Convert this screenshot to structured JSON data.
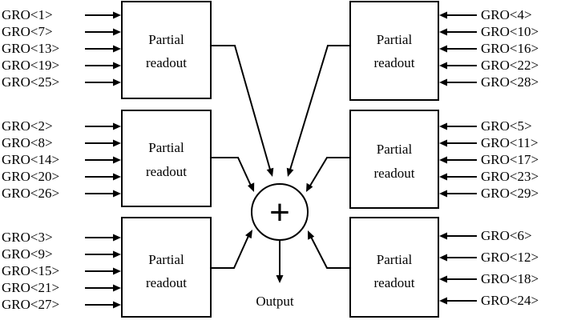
{
  "blocks": [
    {
      "label": [
        "Partial",
        "readout"
      ],
      "inputs": [
        "GRO<1>",
        "GRO<7>",
        "GRO<13>",
        "GRO<19>",
        "GRO<25>"
      ]
    },
    {
      "label": [
        "Partial",
        "readout"
      ],
      "inputs": [
        "GRO<2>",
        "GRO<8>",
        "GRO<14>",
        "GRO<20>",
        "GRO<26>"
      ]
    },
    {
      "label": [
        "Partial",
        "readout"
      ],
      "inputs": [
        "GRO<3>",
        "GRO<9>",
        "GRO<15>",
        "GRO<21>",
        "GRO<27>"
      ]
    },
    {
      "label": [
        "Partial",
        "readout"
      ],
      "inputs": [
        "GRO<4>",
        "GRO<10>",
        "GRO<16>",
        "GRO<22>",
        "GRO<28>"
      ]
    },
    {
      "label": [
        "Partial",
        "readout"
      ],
      "inputs": [
        "GRO<5>",
        "GRO<11>",
        "GRO<17>",
        "GRO<23>",
        "GRO<29>"
      ]
    },
    {
      "label": [
        "Partial",
        "readout"
      ],
      "inputs": [
        "GRO<6>",
        "GRO<12>",
        "GRO<18>",
        "GRO<24>"
      ]
    }
  ],
  "adder_symbol": "+",
  "output_label": "Output",
  "colors": {
    "stroke": "#000000",
    "background": "#ffffff"
  }
}
